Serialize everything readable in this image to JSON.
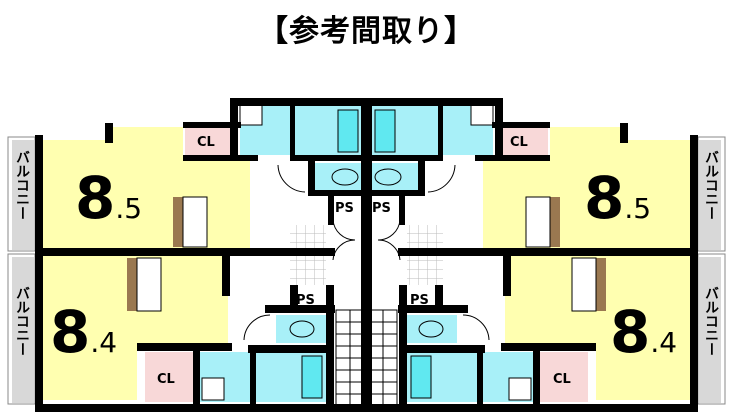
{
  "title": "【参考間取り】",
  "units": [
    {
      "position": "top-left",
      "size_int": "8",
      "size_dec": ".5"
    },
    {
      "position": "bottom-left",
      "size_int": "8",
      "size_dec": ".4"
    },
    {
      "position": "top-right",
      "size_int": "8",
      "size_dec": ".5"
    },
    {
      "position": "bottom-right",
      "size_int": "8",
      "size_dec": ".4"
    }
  ],
  "labels": {
    "closet": "CL",
    "pipe_space": "PS",
    "balcony": "バルコニー"
  },
  "colors": {
    "room": "#ffffb0",
    "closet": "#f8d8d8",
    "wet": "#a8f0f8",
    "bath": "#60e8f0",
    "balcony": "#d8d8d8",
    "wall": "#000000",
    "kitchen_counter": "#9a7850"
  }
}
